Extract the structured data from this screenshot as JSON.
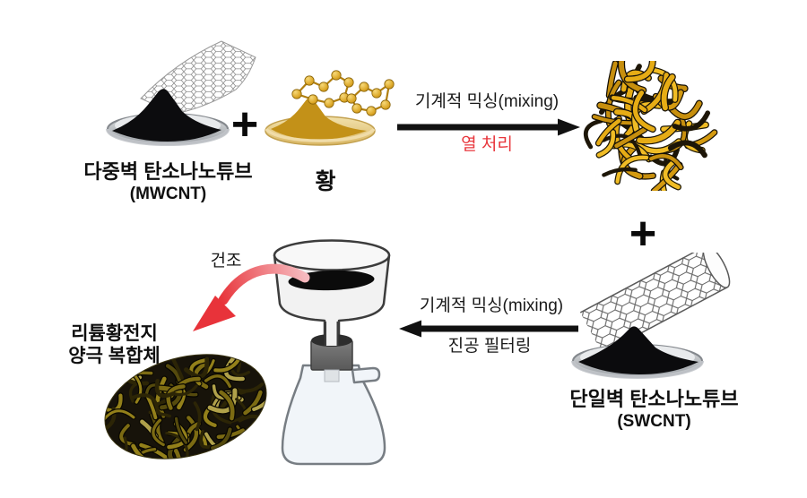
{
  "diagram": {
    "materials": {
      "mwcnt": {
        "name": "다중벽 탄소나노튜브",
        "abbr": "(MWCNT)"
      },
      "sulfur": {
        "name": "황"
      },
      "swcnt": {
        "name": "단일벽 탄소나노튜브",
        "abbr": "(SWCNT)"
      }
    },
    "operators": {
      "plus_top": "+",
      "plus_side": "+"
    },
    "steps": {
      "mix_heat": {
        "line1": "기계적 믹싱(mixing)",
        "line2": "열 처리"
      },
      "mix_filter": {
        "line1": "기계적 믹싱(mixing)",
        "line2": "진공 필터링"
      },
      "dry": {
        "label": "건조"
      }
    },
    "product": {
      "name_line1": "리튬황전지",
      "name_line2": "양극 복합체"
    },
    "colors": {
      "heat_treatment_text": "#E8363C",
      "dry_arrow_red": "#E8333A",
      "sulfur_gold": "#C8941C",
      "mixture_yellow": "#E2A713",
      "arrow_black": "#111111"
    },
    "icons": {
      "plus-icon": "+",
      "arrow-right-icon": "thick black right arrow",
      "arrow-left-icon": "thick black left arrow",
      "curved-dry-arrow-icon": "red curved arrow pink-to-red"
    }
  }
}
